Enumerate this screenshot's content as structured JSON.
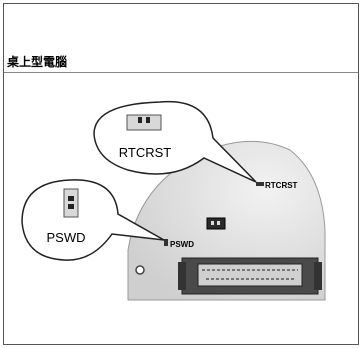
{
  "title": "桌上型電腦",
  "labels": {
    "rtcrst_bubble": "RTCRST",
    "rtcrst_board": "RTCRST",
    "pswd_bubble": "PSWD",
    "pswd_board": "PSWD"
  }
}
